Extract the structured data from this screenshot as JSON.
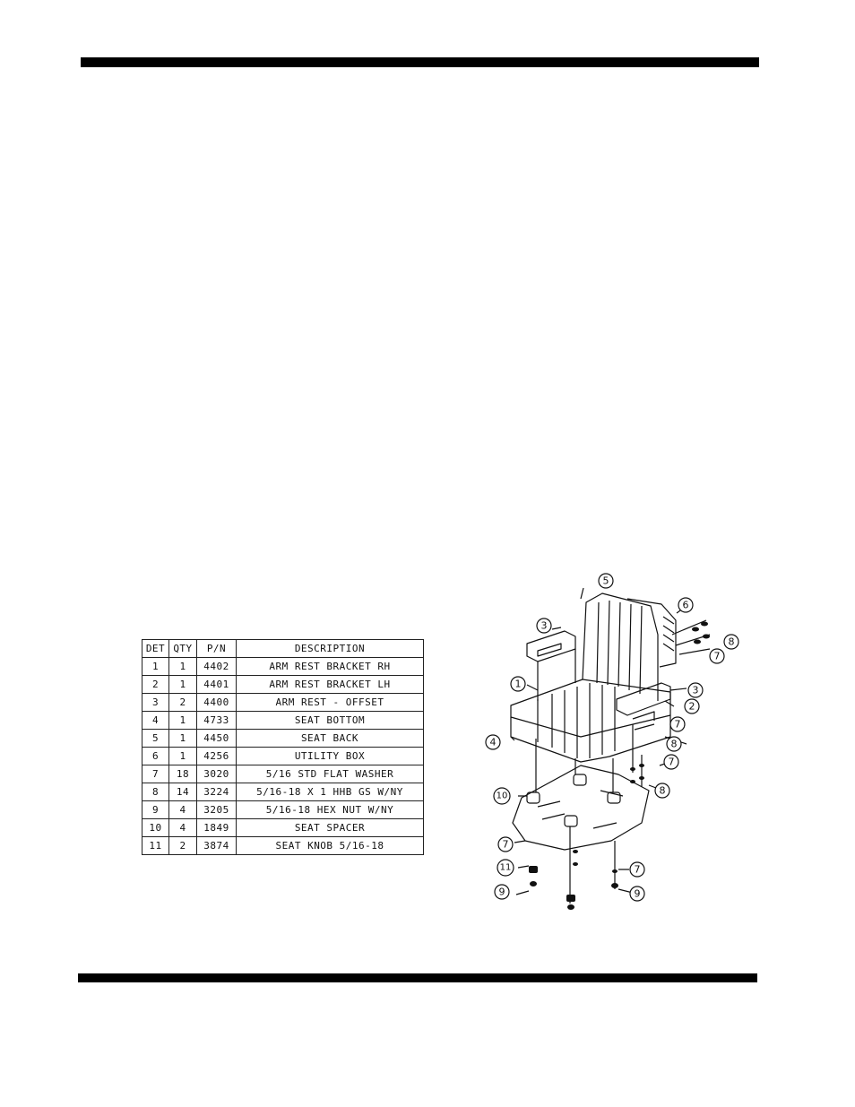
{
  "table": {
    "headers": [
      "DET",
      "QTY",
      "P/N",
      "DESCRIPTION"
    ],
    "rows": [
      [
        "1",
        "1",
        "4402",
        "ARM REST BRACKET RH"
      ],
      [
        "2",
        "1",
        "4401",
        "ARM REST BRACKET LH"
      ],
      [
        "3",
        "2",
        "4400",
        "ARM REST - OFFSET"
      ],
      [
        "4",
        "1",
        "4733",
        "SEAT BOTTOM"
      ],
      [
        "5",
        "1",
        "4450",
        "SEAT BACK"
      ],
      [
        "6",
        "1",
        "4256",
        "UTILITY BOX"
      ],
      [
        "7",
        "18",
        "3020",
        "5/16 STD FLAT WASHER"
      ],
      [
        "8",
        "14",
        "3224",
        "5/16-18 X 1 HHB GS W/NY"
      ],
      [
        "9",
        "4",
        "3205",
        "5/16-18 HEX NUT W/NY"
      ],
      [
        "10",
        "4",
        "1849",
        "SEAT SPACER"
      ],
      [
        "11",
        "2",
        "3874",
        "SEAT KNOB 5/16-18"
      ]
    ]
  },
  "callouts": {
    "c1": "1",
    "c2": "2",
    "c3": "3",
    "c4": "4",
    "c5": "5",
    "c6": "6",
    "c7": "7",
    "c8": "8",
    "c9": "9",
    "c10": "10",
    "c11": "11"
  }
}
